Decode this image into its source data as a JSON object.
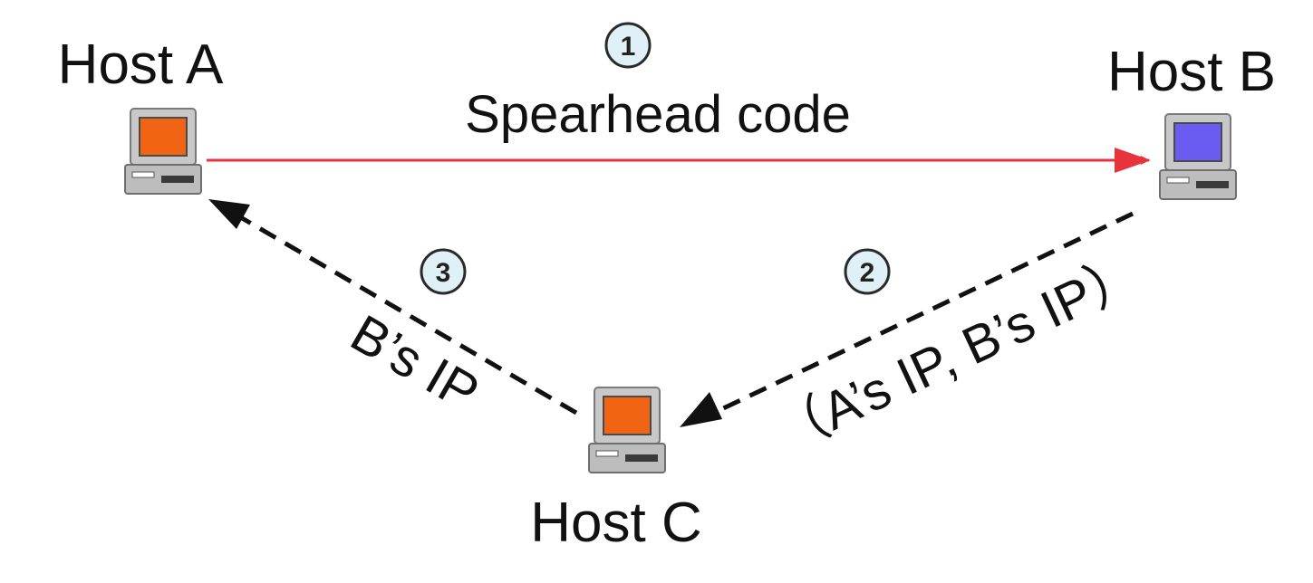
{
  "hosts": {
    "a": {
      "label": "Host A",
      "screen_color": "#f06414"
    },
    "b": {
      "label": "Host B",
      "screen_color": "#6a5cf0"
    },
    "c": {
      "label": "Host C",
      "screen_color": "#f06414"
    }
  },
  "steps": [
    {
      "number": "1",
      "label": "Spearhead code",
      "line_style": "solid",
      "color": "#e8323c"
    },
    {
      "number": "2",
      "label": "（A’s IP, B’s IP）",
      "line_style": "dashed",
      "color": "#111111"
    },
    {
      "number": "3",
      "label": "B’s IP",
      "line_style": "dashed",
      "color": "#111111"
    }
  ]
}
